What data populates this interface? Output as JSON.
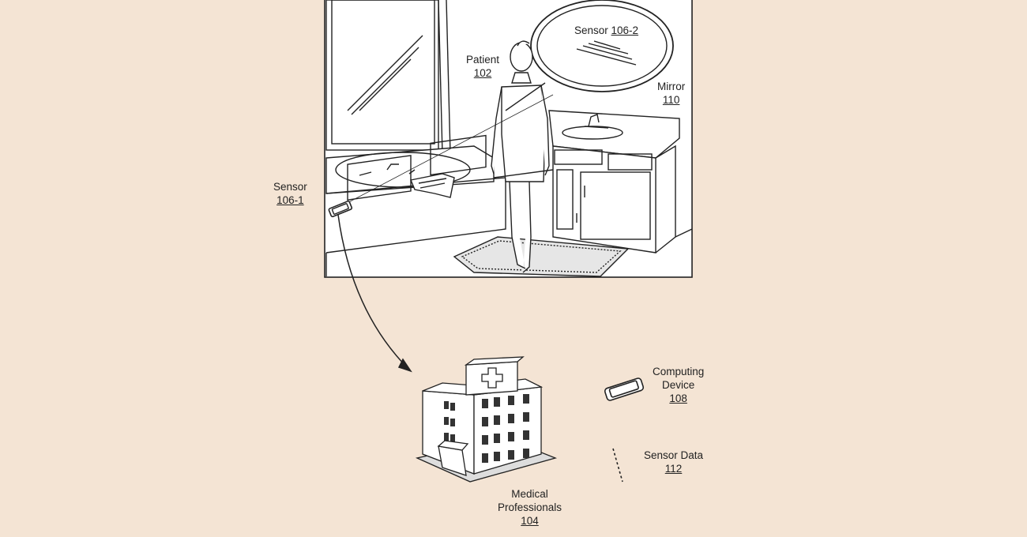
{
  "labels": {
    "sensor_106_2": {
      "text": "Sensor ",
      "ref": "106-2"
    },
    "patient": {
      "text": "Patient",
      "ref": "102"
    },
    "mirror": {
      "text": "Mirror",
      "ref": "110"
    },
    "sensor_106_1": {
      "text": "Sensor",
      "ref": "106-1"
    },
    "computing_device": {
      "line1": "Computing",
      "line2": "Device",
      "ref": "108"
    },
    "sensor_data": {
      "text": "Sensor Data",
      "ref": "112"
    },
    "medical_professionals": {
      "line1": "Medical",
      "line2": "Professionals",
      "ref": "104"
    }
  },
  "colors": {
    "background": "#f4e4d4",
    "line": "#222222",
    "panel": "#ffffff"
  },
  "icons": [
    "hospital-building-icon",
    "smartphone-icon",
    "sensor-device-icon"
  ]
}
